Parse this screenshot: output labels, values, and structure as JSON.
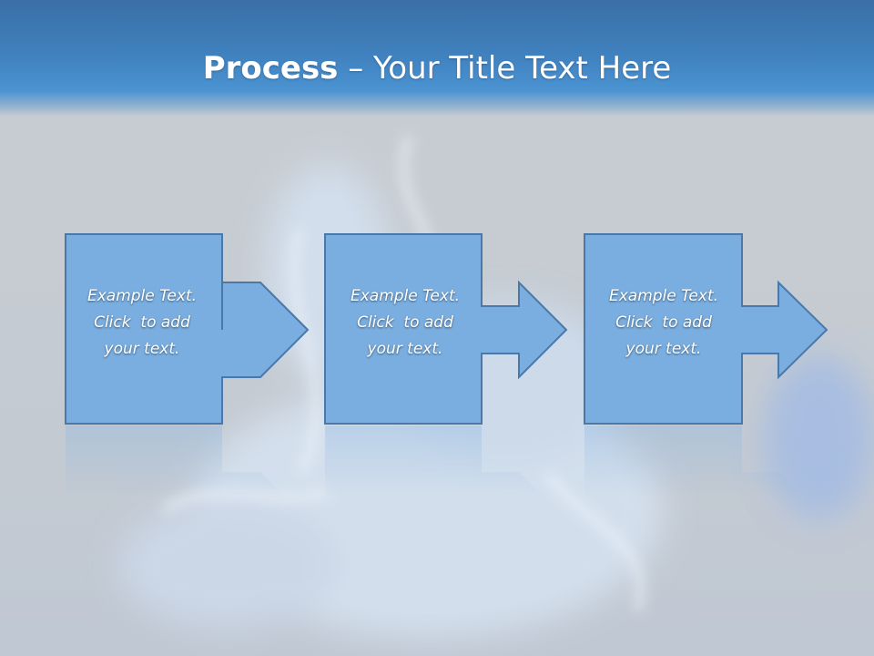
{
  "slide": {
    "title_bold": "Process",
    "title_rest": " – Your Title Text Here"
  },
  "process": {
    "steps": [
      {
        "lines": [
          "Example Text.",
          "Click  to add",
          "your text."
        ]
      },
      {
        "lines": [
          "Example Text.",
          "Click  to add",
          "your text."
        ]
      },
      {
        "lines": [
          "Example Text.",
          "Click  to add",
          "your text."
        ]
      }
    ]
  },
  "colors": {
    "header": "#3f80bd",
    "box_fill": "#7aaee0",
    "box_stroke": "#4a78a8",
    "text": "#ffffff"
  }
}
